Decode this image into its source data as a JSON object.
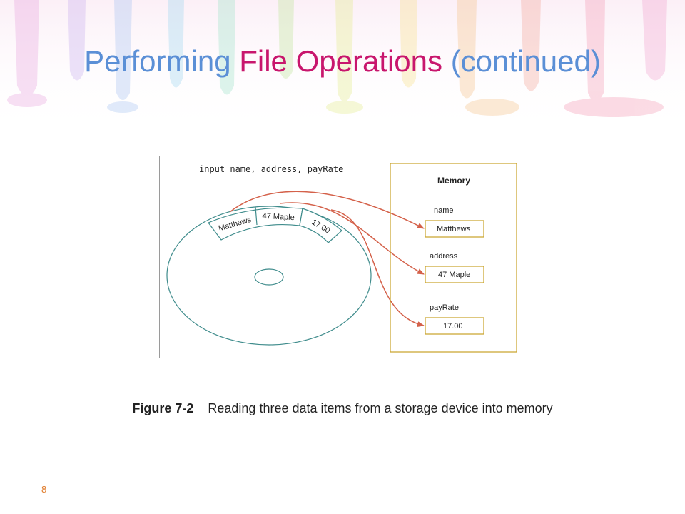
{
  "slide": {
    "title_part1": "Performing ",
    "title_accent": "File Operations",
    "title_part3": " (continued)",
    "slide_number": "8",
    "colors": {
      "title_blue": "#5b8fd6",
      "title_accent": "#c8166d",
      "arrow": "#d4614a",
      "disk": "#3f8c8c",
      "memory_box": "#c9a227"
    }
  },
  "figure": {
    "statement": "input name, address, payRate",
    "disk_records": [
      "Matthews",
      "47 Maple",
      "17.00"
    ],
    "memory": {
      "title": "Memory",
      "variables": [
        {
          "name": "name",
          "value": "Matthews"
        },
        {
          "name": "address",
          "value": "47 Maple"
        },
        {
          "name": "payRate",
          "value": "17.00"
        }
      ]
    }
  },
  "caption": {
    "number": "Figure 7-2",
    "text": "Reading three data items from a storage device into memory"
  }
}
